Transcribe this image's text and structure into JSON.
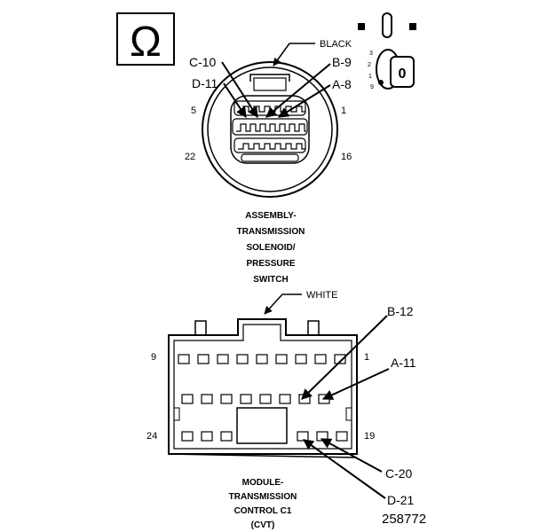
{
  "ohm_symbol": "Ω",
  "top_connector": {
    "color_label": "BLACK",
    "pin_callouts": [
      "C-10",
      "D-11",
      "B-9",
      "A-8"
    ],
    "corner_numbers": [
      "5",
      "1",
      "22",
      "16"
    ],
    "title_lines": [
      "ASSEMBLY-",
      "TRANSMISSION",
      "SOLENOID/",
      "PRESSURE",
      "SWITCH"
    ]
  },
  "meter_icon": {
    "zero_label": "0",
    "scale_numbers": [
      "3",
      "2",
      "1",
      "9"
    ]
  },
  "bottom_connector": {
    "color_label": "WHITE",
    "pin_callouts": [
      "B-12",
      "A-11",
      "C-20",
      "D-21"
    ],
    "corner_numbers": [
      "9",
      "1",
      "24",
      "19"
    ],
    "title_lines": [
      "MODULE-",
      "TRANSMISSION",
      "CONTROL C1",
      "(CVT)"
    ]
  },
  "figure_number": "258772"
}
